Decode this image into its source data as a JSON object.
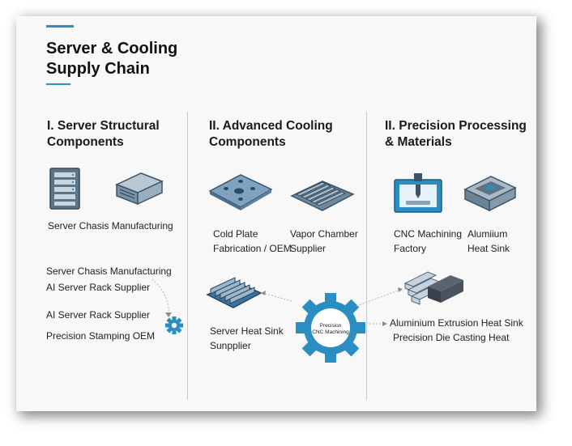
{
  "title": "Server & Cooling\nSupply Chain",
  "columns": [
    {
      "heading": "I. Server Structural\nComponents",
      "icon_names": [
        "server-rack-icon",
        "server-chassis-icon",
        "gear-icon"
      ],
      "label_main": "Server Chasis Manufacturing",
      "list": [
        "Server Chasis Manufacturing",
        "AI Server Rack Supplier",
        "AI Server Rack Supplier",
        "Precision Stamping OEM"
      ]
    },
    {
      "heading": "II. Advanced Cooling\nComponents",
      "icon_names": [
        "cold-plate-icon",
        "vapor-chamber-icon",
        "heat-sink-icon",
        "cnc-gear-icon"
      ],
      "cold_plate": "Cold Plate\nFabrication / OEM",
      "vapor_chamber": "Vapor Chamber\nSupplier",
      "heat_sink": "Server Heat Sink\nSunpplier",
      "gear_text": "Precision\nCNC Machining"
    },
    {
      "heading": "II. Precision Processing\n& Materials",
      "icon_names": [
        "cnc-machine-icon",
        "aluminium-block-icon",
        "extrusion-profiles-icon"
      ],
      "cnc": "CNC Machining\nFactory",
      "alu": "Alumiium\nHeat Sink",
      "list": [
        "Aluminium Extrusion Heat Sink",
        "Precision Die Casting Heat"
      ]
    }
  ],
  "colors": {
    "accent": "#2e8fbd",
    "gear": "#2a8ec2",
    "icon_blue": "#4f7fa3",
    "icon_dark": "#3d5468"
  }
}
